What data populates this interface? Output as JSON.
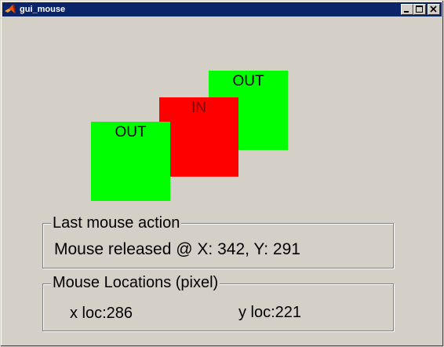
{
  "window": {
    "title": "gui_mouse"
  },
  "squares": [
    {
      "label": "OUT",
      "color": "#00ff00"
    },
    {
      "label": "IN",
      "color": "#ff0000"
    },
    {
      "label": "OUT",
      "color": "#00ff00"
    }
  ],
  "last_action": {
    "title": "Last mouse action",
    "text": "Mouse released @ X: 342, Y: 291"
  },
  "locations": {
    "title": "Mouse Locations (pixel)",
    "x_text": "x loc:286",
    "y_text": "y loc:221"
  },
  "colors": {
    "titlebar": "#0a246a",
    "background": "#d4d0c8"
  }
}
